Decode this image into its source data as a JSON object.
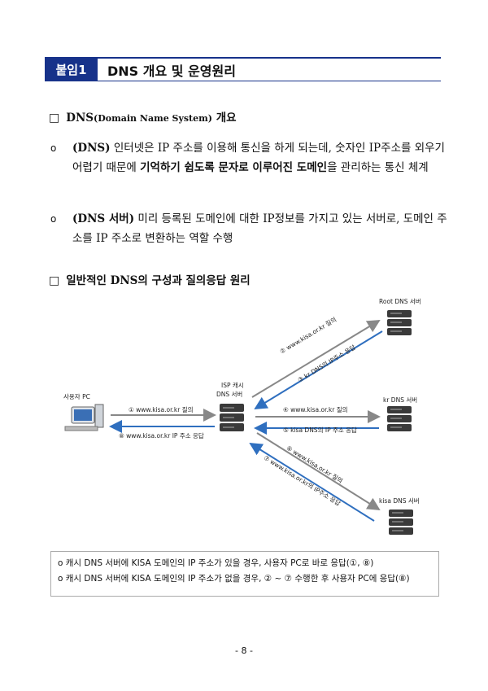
{
  "header": {
    "badge": "붙임1",
    "title": "DNS 개요 및 운영원리"
  },
  "section1": {
    "box": "□",
    "title_main": "DNS",
    "title_paren": "(Domain Name System)",
    "title_tail": " 개요",
    "bullets": [
      {
        "mark": "o",
        "lead": "(DNS)",
        "text1": " 인터넷은 IP 주소를 이용해 통신을 하게 되는데, 숫자인 IP주소를 외우기 어렵기 때문에 ",
        "bold": "기억하기 쉽도록 문자로 이루어진 도메인",
        "text2": "을 관리하는 통신 체계"
      },
      {
        "mark": "o",
        "lead": "(DNS 서버)",
        "text1": " 미리 등록된 도메인에 대한 IP정보를 가지고 있는 서버로, 도메인 주소를 IP 주소로 변환하는 역할 수행"
      }
    ]
  },
  "section2": {
    "box": "□",
    "title": "일반적인 DNS의 구성과 질의응답 원리"
  },
  "diagram": {
    "user_pc": "사용자 PC",
    "isp_line1": "ISP 캐시",
    "isp_line2": "DNS 서버",
    "root": "Root DNS 서버",
    "kr": "kr DNS 서버",
    "kisa": "kisa DNS 서버",
    "step1": "① www.kisa.or.kr 질의",
    "step2": "② www.kisa.or.kr 질의",
    "step3": "③ kr DNS의 IP주소 응답",
    "step4": "④ www.kisa.or.kr 질의",
    "step5": "⑤ kisa DNS의 IP 주소 응답",
    "step6": "⑥ www.kisa.or.kr 질의",
    "step7": "⑦ www.kisa.or.kr의 IP주소 응답",
    "step8": "⑧ www.kisa.or.kr IP 주소 응답",
    "colors": {
      "query": "#888888",
      "response": "#2f6fbf",
      "server": "#3a3a3a"
    }
  },
  "note": {
    "line1": "o 캐시 DNS 서버에 KISA 도메인의 IP 주소가 있을 경우, 사용자 PC로 바로 응답(①, ⑧)",
    "line2": "o 캐시 DNS 서버에 KISA 도메인의 IP 주소가 없을 경우, ② ~ ⑦ 수행한 후 사용자 PC에 응답(⑧)"
  },
  "page_number": "- 8 -"
}
